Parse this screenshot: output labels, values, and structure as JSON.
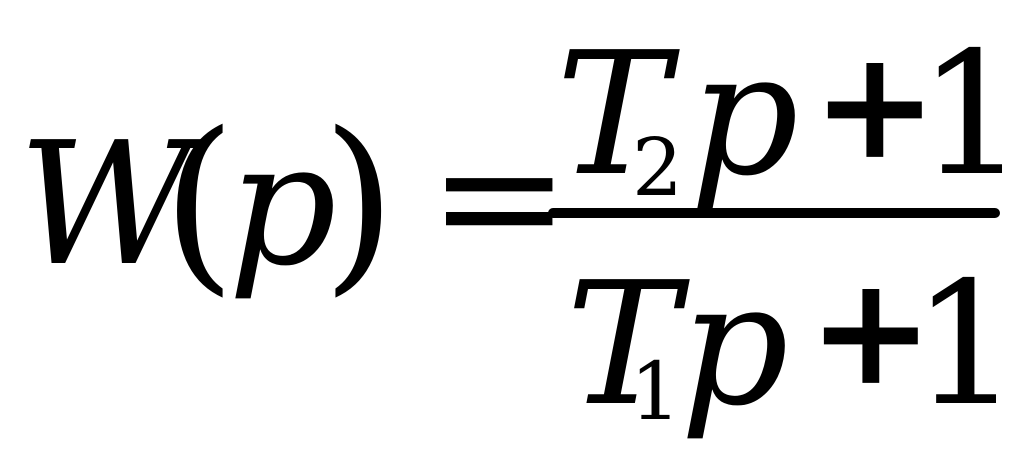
{
  "formula": {
    "lhs": {
      "function": "W",
      "paren_open": "(",
      "variable": "p",
      "paren_close": ")"
    },
    "equals": "=",
    "numerator": {
      "time_constant": "T",
      "subscript": "2",
      "variable": "p",
      "operator": "+",
      "constant": "1"
    },
    "denominator": {
      "time_constant": "T",
      "subscript": "1",
      "variable": "p",
      "operator": "+",
      "constant": "1"
    }
  }
}
